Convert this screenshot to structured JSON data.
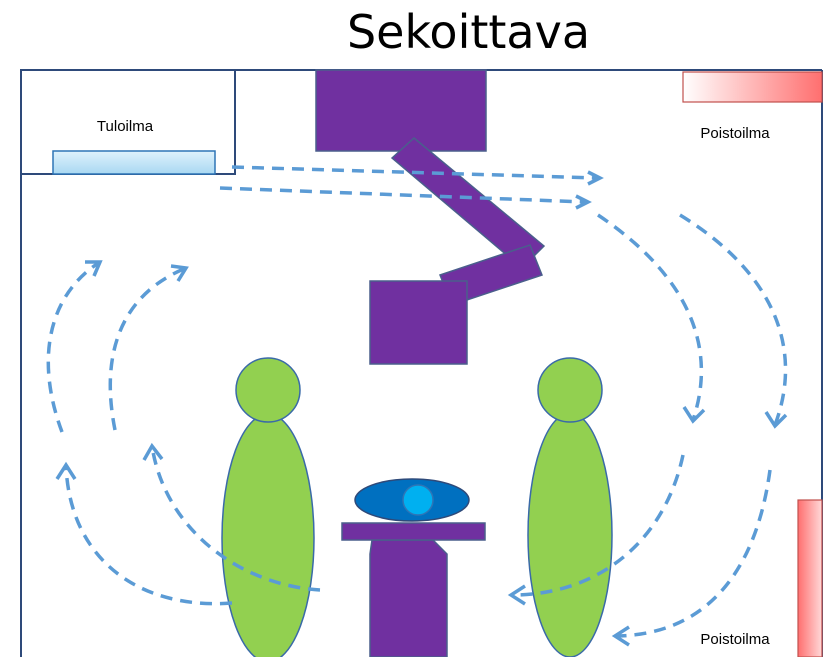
{
  "title": "Sekoittava",
  "labels": {
    "supply_air": "Tuloilma",
    "exhaust_air_top": "Poistoilma",
    "exhaust_air_bottom": "Poistoilma"
  },
  "colors": {
    "equipment": "#7030a0",
    "person": "#92d050",
    "person_outline": "#3a6aa8",
    "airflow": "#5b9bd5",
    "supply_vent": "#bde3f7",
    "exhaust_vent": "#ff7b7b",
    "patient_body": "#0070c0",
    "patient_head": "#00b0f0",
    "room_outline": "#2e4a7a"
  }
}
